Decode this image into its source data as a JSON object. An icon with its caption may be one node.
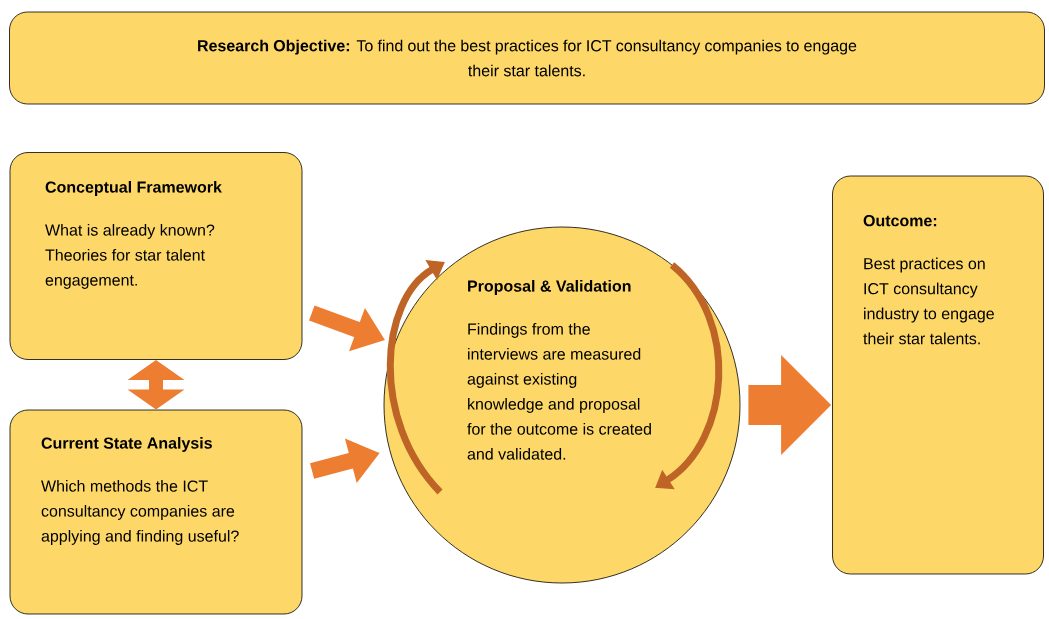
{
  "diagram": {
    "nodes": [
      {
        "text": [
          "**Research Objective:** To find out the best practices for ICT consultancy companies to engage their star talents."
        ]
      },
      {
        "text": [
          "Conceptual Framework",
          "What is already known? Theories for star talent engagement."
        ]
      },
      {
        "text": [
          "Current State Analysis",
          "Which methods the ICT consultancy companies are applying and finding useful?"
        ]
      },
      {
        "text": [
          "Proposal & Validation",
          "Findings from the interviews are measured against existing knowledge and proposal for the outcome is created and validated."
        ]
      },
      {
        "text": [
          "Outcome:",
          "Best practices on ICT consultancy industry to engage their star talents."
        ]
      }
    ],
    "edges": [
      {
        "from": 1,
        "to": 3,
        "arrow": "to"
      },
      {
        "from": 2,
        "to": 3,
        "arrow": "to"
      },
      {
        "from": 1,
        "to": 2,
        "arrow": "both"
      },
      {
        "from": 3,
        "to": 4,
        "arrow": "to",
        "style": "thick"
      }
    ]
  }
}
